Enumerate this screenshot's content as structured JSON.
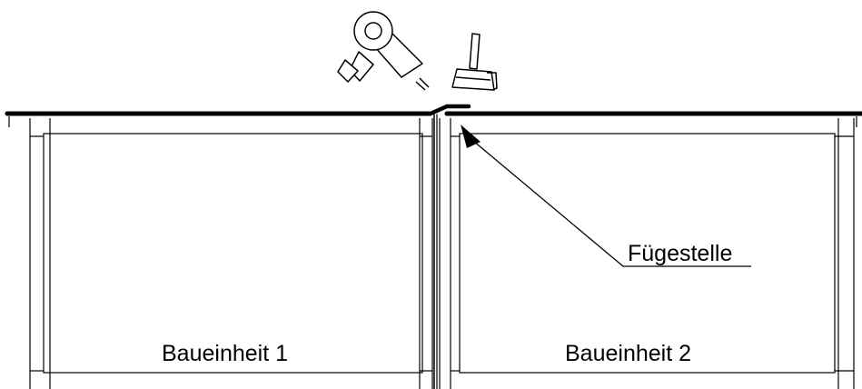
{
  "labels": {
    "unit_1": "Baueinheit 1",
    "unit_2": "Baueinheit 2",
    "joint": "Fügestelle"
  },
  "icons": {
    "tool_1": "heat-gun-icon",
    "tool_2": "pressure-roller-icon"
  },
  "colors": {
    "line": "#000000",
    "background": "#ffffff"
  }
}
